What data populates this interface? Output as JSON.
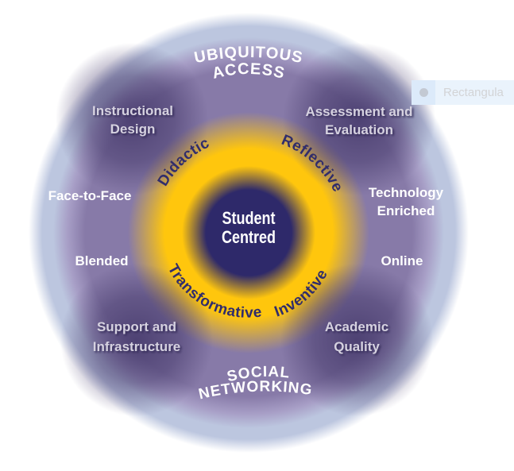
{
  "colors": {
    "outer_ring": "#bcc6df",
    "mid_ring": "#877aa8",
    "blob": "#463a6c",
    "inner_ring": "#ffc60d",
    "core": "#2e296a",
    "text_white": "#ffffff",
    "text_gray": "#d6d2e0",
    "text_navy": "#312d6b",
    "tooltip_bg": "#eaf3fc",
    "tooltip_text": "#d3d4d6"
  },
  "tooltip": {
    "icon": "circle-icon",
    "label": "Rectangula"
  },
  "diagram": {
    "core": {
      "line1": "Student",
      "line2": "Centred"
    },
    "inner_ring_labels": {
      "top_left": "Didactic",
      "top_right": "Reflective",
      "bottom_left": "Transformative",
      "bottom_right": "Inventive"
    },
    "mid_ring_labels": {
      "instructional_design": {
        "line1": "Instructional",
        "line2": "Design"
      },
      "assessment_evaluation": {
        "line1": "Assessment and",
        "line2": "Evaluation"
      },
      "face_to_face": "Face-to-Face",
      "technology_enriched": {
        "line1": "Technology",
        "line2": "Enriched"
      },
      "blended": "Blended",
      "online": "Online",
      "support_infrastructure": {
        "line1": "Support and",
        "line2": "Infrastructure"
      },
      "academic_quality": {
        "line1": "Academic",
        "line2": "Quality"
      }
    },
    "outer_ring_labels": {
      "top": {
        "line1": "UBIQUITOUS",
        "line2": "ACCESS"
      },
      "bottom": {
        "line1": "SOCIAL",
        "line2": "NETWORKING"
      }
    }
  }
}
